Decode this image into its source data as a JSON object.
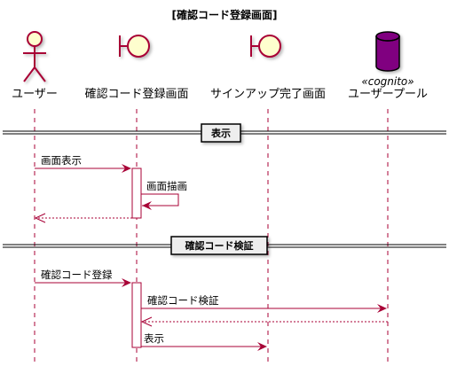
{
  "title": "[確認コード登録画面]",
  "participants": [
    {
      "id": "user",
      "name": "ユーザー",
      "kind": "actor"
    },
    {
      "id": "confirm",
      "name": "確認コード登録画面",
      "kind": "boundary"
    },
    {
      "id": "signup",
      "name": "サインアップ完了画面",
      "kind": "boundary"
    },
    {
      "id": "pool",
      "name": "ユーザープール",
      "kind": "database",
      "stereotype": "«cognito»"
    }
  ],
  "dividers": [
    {
      "label": "表示"
    },
    {
      "label": "確認コード検証"
    }
  ],
  "messages": [
    {
      "label": "画面表示",
      "from": "user",
      "to": "confirm",
      "style": "solid"
    },
    {
      "label": "画面描画",
      "from": "confirm",
      "to": "confirm",
      "style": "self"
    },
    {
      "label": "",
      "from": "confirm",
      "to": "user",
      "style": "dashed"
    },
    {
      "label": "確認コード登録",
      "from": "user",
      "to": "confirm",
      "style": "solid"
    },
    {
      "label": "確認コード検証",
      "from": "confirm",
      "to": "pool",
      "style": "solid"
    },
    {
      "label": "",
      "from": "pool",
      "to": "confirm",
      "style": "dashed"
    },
    {
      "label": "表示",
      "from": "confirm",
      "to": "signup",
      "style": "solid"
    }
  ],
  "colors": {
    "arrow": "#A80036",
    "participant_fill": "#FEFECE",
    "participant_stroke": "#A80036",
    "database_fill": "#800080",
    "lifeline": "#A80036",
    "activation_fill": "#FFFFFF"
  }
}
